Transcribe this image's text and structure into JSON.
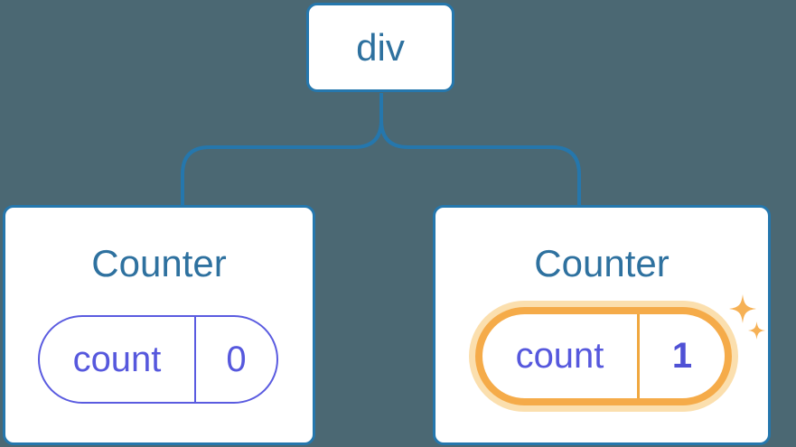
{
  "diagram": {
    "background": "#4b6873",
    "root": {
      "label": "div"
    },
    "nodes": [
      {
        "title": "Counter",
        "state_label": "count",
        "state_value": "0",
        "highlighted": false
      },
      {
        "title": "Counter",
        "state_label": "count",
        "state_value": "1",
        "highlighted": true
      }
    ],
    "colors": {
      "background": "#4b6873",
      "node_border": "#2577ad",
      "title_text": "#2e719f",
      "state_border": "#5a5be0",
      "state_text": "#5658dd",
      "value_text": "#4f51d5",
      "highlight_ring": "#f5ab49",
      "highlight_halo": "#fbdfae",
      "highlight_divider": "#f0a73e",
      "sparkle": "#f6b155"
    }
  }
}
